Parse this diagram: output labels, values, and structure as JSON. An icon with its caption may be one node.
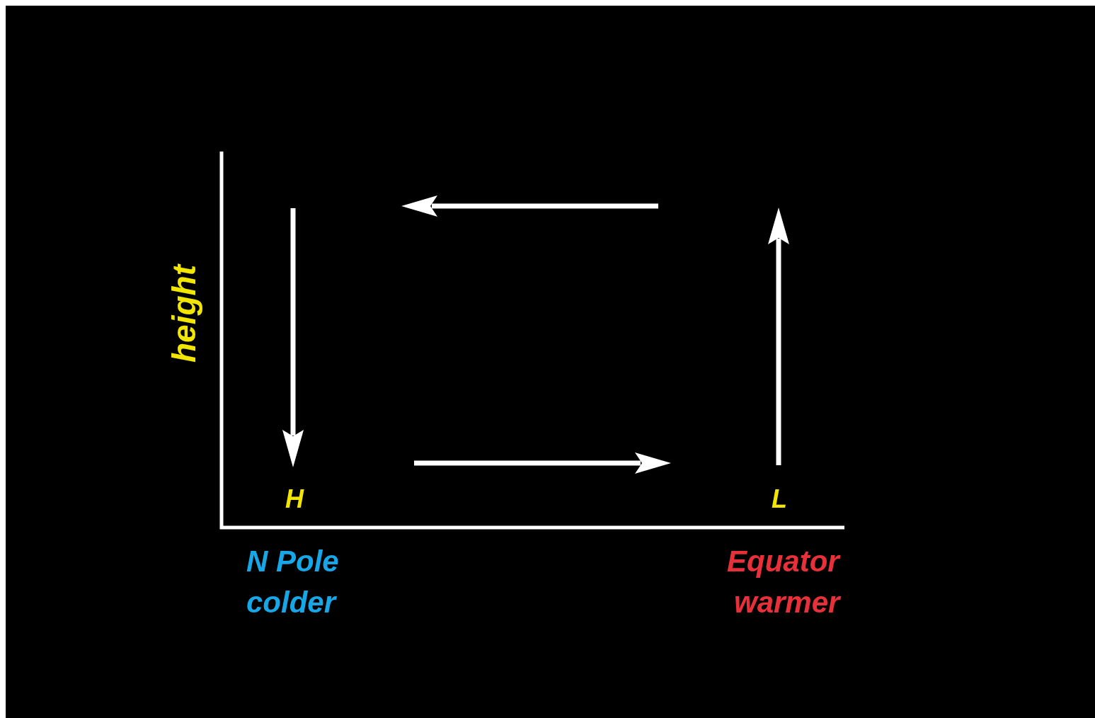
{
  "diagram": {
    "labels": [
      "height",
      "H",
      "L",
      "N Pole",
      "colder",
      "Equator",
      "warmer"
    ]
  }
}
